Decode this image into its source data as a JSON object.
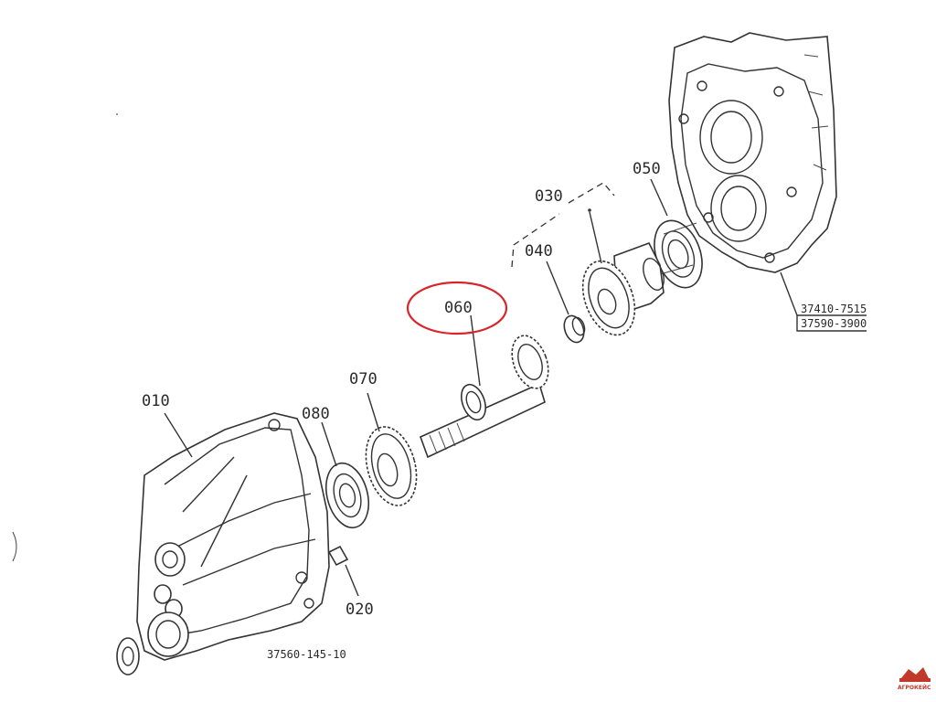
{
  "labels": {
    "p010": "010",
    "p020": "020",
    "p030": "030",
    "p040": "040",
    "p050": "050",
    "p060": "060",
    "p070": "070",
    "p080": "080"
  },
  "part_numbers": {
    "left_assembly": "37560-145-10",
    "right_top": "37410-7515",
    "right_bottom": "37590-3900"
  },
  "highlight": {
    "target": "060",
    "color": "#d9252a"
  },
  "watermark": {
    "text": "АГРОКЕЙС",
    "color": "#c0392b"
  }
}
